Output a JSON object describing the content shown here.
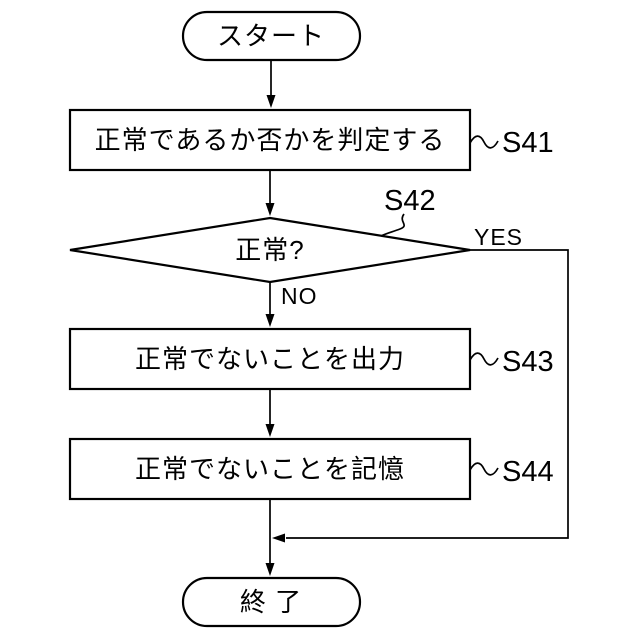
{
  "figure": {
    "type": "flowchart",
    "colors": {
      "background": "#ffffff",
      "line": "#000000",
      "text": "#000000"
    },
    "nodes": {
      "start": {
        "shape": "terminal",
        "label": "スタート"
      },
      "judge": {
        "shape": "process",
        "label": "正常であるか否かを判定する",
        "step": "S41"
      },
      "decision": {
        "shape": "decision",
        "label": "正常?",
        "step": "S42"
      },
      "output": {
        "shape": "process",
        "label": "正常でないことを出力",
        "step": "S43"
      },
      "store": {
        "shape": "process",
        "label": "正常でないことを記憶",
        "step": "S44"
      },
      "end": {
        "shape": "terminal",
        "label": "終 了"
      }
    },
    "branches": {
      "yes": "YES",
      "no": "NO"
    }
  }
}
